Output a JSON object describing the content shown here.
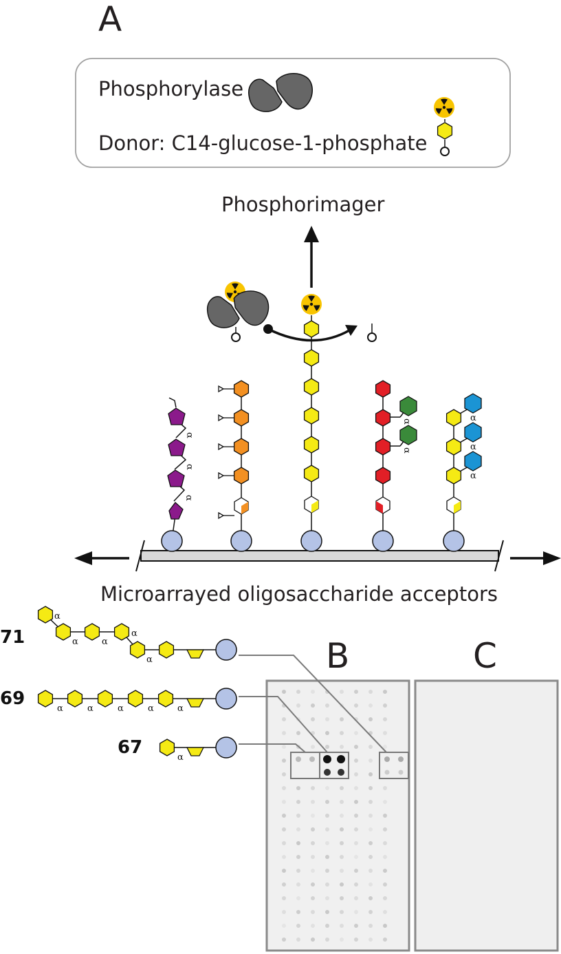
{
  "panels": {
    "a": "A",
    "b": "B",
    "c": "C"
  },
  "legend": {
    "enzyme": "Phosphorylase",
    "donor": "Donor: C14-glucose-1-phosphate"
  },
  "readout": "Phosphorimager",
  "surface_caption": "Microarrayed oligosaccharide acceptors",
  "alpha_symbol": "α",
  "acceptors": [
    {
      "id": "71"
    },
    {
      "id": "69"
    },
    {
      "id": "67"
    }
  ],
  "colors": {
    "glucose": "#f5ea14",
    "galactose": "#f39022",
    "mannose_red": "#e21f26",
    "green": "#3a8a3a",
    "blue": "#1b94d4",
    "purple": "#8b1a8b",
    "linker": "#b4c3e6",
    "enzyme": "#666666",
    "radio": "#f8c400"
  },
  "icons": [
    "radioactive-icon",
    "phosphorylase-enzyme-icon",
    "phosphate-icon"
  ]
}
